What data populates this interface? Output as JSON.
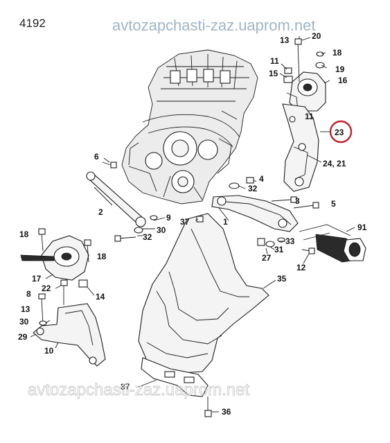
{
  "diagram_id": "4192",
  "watermark_top": "avtozapchasti-zaz.uaprom.net",
  "watermark_bottom": "avtozapchasti-zaz.uaprom.net",
  "highlighted_part": "23",
  "highlight_color": "#c0202a",
  "callouts": [
    "4192",
    "13",
    "20",
    "18",
    "11",
    "19",
    "15",
    "16",
    "11",
    "23",
    "6",
    "24, 21",
    "4",
    "32",
    "3",
    "5",
    "2",
    "9",
    "37",
    "1",
    "91",
    "30",
    "18",
    "32",
    "33",
    "18",
    "31",
    "27",
    "12",
    "35",
    "17",
    "22",
    "14",
    "8",
    "13",
    "30",
    "29",
    "10",
    "37",
    "36"
  ],
  "labels": {
    "l13a": "13",
    "l20": "20",
    "l18a": "18",
    "l11a": "11",
    "l19": "19",
    "l15": "15",
    "l16": "16",
    "l11b": "11",
    "l23": "23",
    "l6": "6",
    "l2421": "24, 21",
    "l4": "4",
    "l32a": "32",
    "l3": "3",
    "l5": "5",
    "l2": "2",
    "l9": "9",
    "l37a": "37",
    "l1": "1",
    "l91": "91",
    "l30a": "30",
    "l18b": "18",
    "l32b": "32",
    "l33": "33",
    "l18c": "18",
    "l31": "31",
    "l27": "27",
    "l12": "12",
    "l35": "35",
    "l17": "17",
    "l22": "22",
    "l14": "14",
    "l8": "8",
    "l13b": "13",
    "l30b": "30",
    "l29": "29",
    "l10": "10",
    "l37b": "37",
    "l36": "36"
  }
}
